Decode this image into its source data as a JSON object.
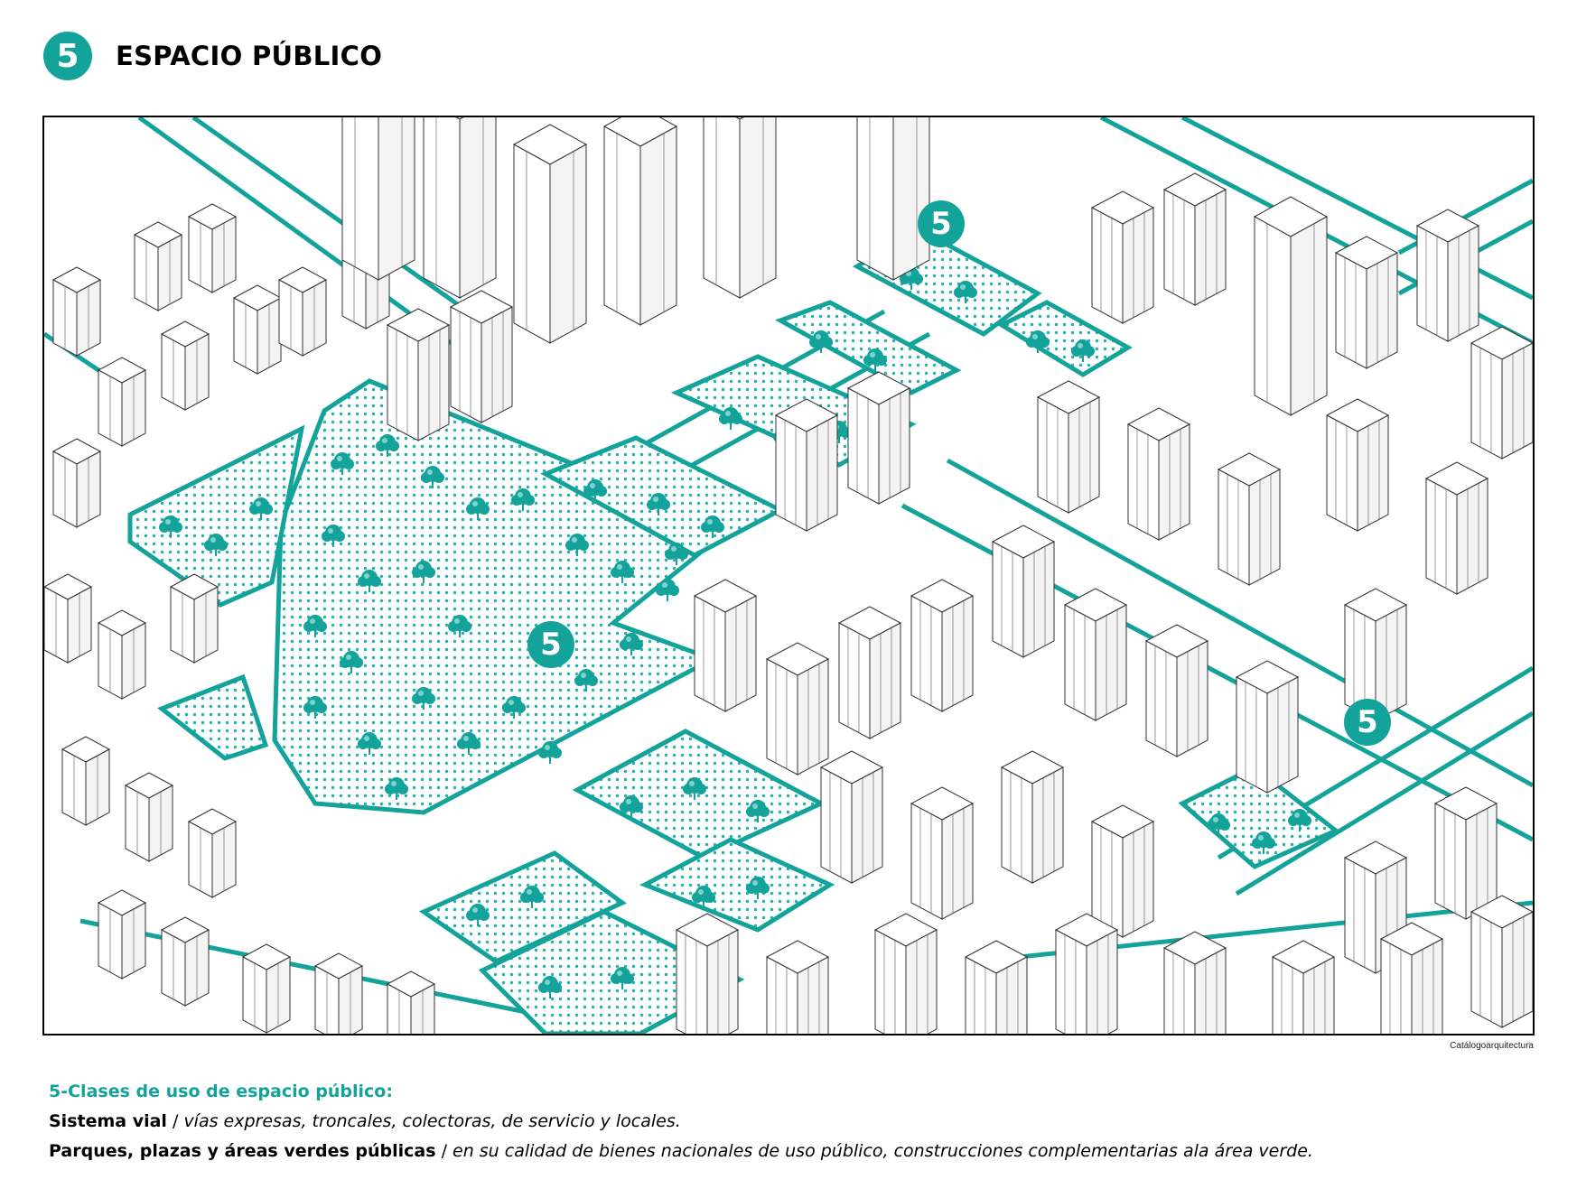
{
  "header": {
    "badge_number": "5",
    "title": "ESPACIO PÚBLICO"
  },
  "colors": {
    "accent": "#13a39a",
    "building_stroke": "#333333",
    "background": "#ffffff"
  },
  "illustration": {
    "description": "Isometric city block drawing highlighting public space: parks, plazas and road system in teal",
    "markers": [
      {
        "label": "5",
        "location": "large central park"
      },
      {
        "label": "5",
        "location": "upper plaza blocks"
      },
      {
        "label": "5",
        "location": "lower right plaza"
      }
    ],
    "credit": "Catálogoarquitectura"
  },
  "legend": {
    "heading": "5-Clases de uso de espacio público:",
    "items": [
      {
        "term": "Sistema vial",
        "separator": " / ",
        "description": "vías expresas, troncales, colectoras, de servicio y locales."
      },
      {
        "term": "Parques, plazas y áreas verdes públicas",
        "separator": " / ",
        "description": "en su calidad de bienes nacionales de uso público, construcciones complementarias ala área verde."
      }
    ]
  }
}
